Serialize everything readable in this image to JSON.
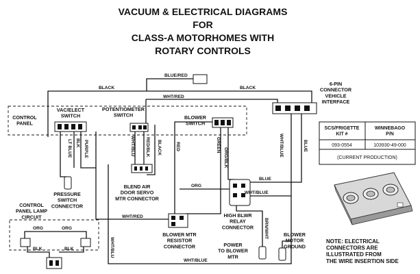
{
  "title": {
    "line1": "VACUUM & ELECTRICAL DIAGRAMS",
    "line2": "FOR",
    "line3": "CLASS-A MOTORHOMES WITH",
    "line4": "ROTARY CONTROLS"
  },
  "components": {
    "control_panel": "CONTROL\nPANEL",
    "vac_elect_switch": "VAC/ELECT\nSWITCH",
    "potentiometer_switch": "POTENTIOMETER\nSWITCH",
    "blower_switch": "BLOWER\nSWITCH",
    "connector_6pin": "6-PIN\nCONNECTOR\nVEHICLE\nINTERFACE",
    "pressure_switch_connector": "PRESSURE\nSWITCH\nCONNECTOR",
    "blend_air_connector": "BLEND AIR\nDOOR SERVO\nMTR CONNECTOR",
    "lamp_circuit": "CONTROL\nPANEL LAMP\nCIRCUIT",
    "blower_resistor": "BLOWER MTR\nRESISTOR\nCONNECTOR",
    "high_blwr_relay": "HIGH BLWR\nRELAY\nCONNECTOR",
    "power_to_blower": "POWER\nTO BLOWER\nMTR",
    "blower_motor_ground": "BLOWER\nMOTOR\nGROUND"
  },
  "wires": {
    "blue_red": "BLUE/RED",
    "black_left": "BLACK",
    "black_right": "BLACK",
    "wht_red_top": "WHT/RED",
    "purple": "PURPLE",
    "blk_vac": "BLK",
    "lt_blue": "LT BLUE",
    "wht_blu_pot": "WHT/BLU",
    "red_blk": "RED/BLK",
    "black_pot": "BLACK",
    "red": "RED",
    "green": "GREEN",
    "org_blk": "ORG/BLK",
    "org": "ORG",
    "blue_mid": "BLUE",
    "wht_blue_relay": "WHT/BLUE",
    "wht_blue_6pin": "WHT/BLUE",
    "blue_6pin": "BLUE",
    "wht_red_bottom": "WHT/RED",
    "brn_wht": "BRN/WHT",
    "wht_blu_left": "WHT/BLU",
    "wht_blue_bottom": "WHT/BLUE",
    "lamp_org_left": "ORG",
    "lamp_org_right": "ORG",
    "lamp_blk_left": "BLK",
    "lamp_blk_right": "BLK"
  },
  "parts_table": {
    "col1_header": "SCS/FRIGETTE\nKIT #",
    "col2_header": "WINNEBAGO\nP/N",
    "col1_value": "093-0554",
    "col2_value": "103930-49-000",
    "note": "(CURRENT PRODUCTION)"
  },
  "footer_note": "NOTE: ELECTRICAL\nCONNECTORS ARE\nILLUSTRATED FROM\nTHE WIRE INSERTION SIDE",
  "panel_image_icon": "rotary-control-panel-icon"
}
